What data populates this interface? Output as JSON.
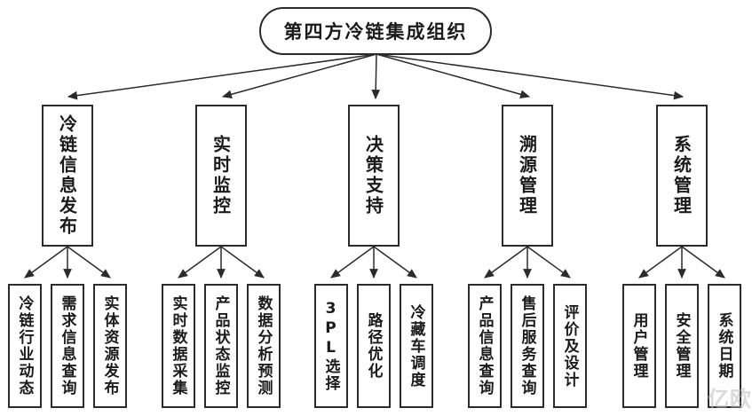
{
  "diagram": {
    "root": {
      "label": "第四方冷链集成组织"
    },
    "branches": [
      {
        "label": "冷链信息发布",
        "children": [
          "冷链行业动态",
          "需求信息查询",
          "实体资源发布"
        ]
      },
      {
        "label": "实时监控",
        "children": [
          "实时数据采集",
          "产品状态监控",
          "数据分析预测"
        ]
      },
      {
        "label": "决策支持",
        "children": [
          "3PL选择",
          "路径优化",
          "冷藏车调度"
        ]
      },
      {
        "label": "溯源管理",
        "children": [
          "产品信息查询",
          "售后服务查询",
          "评价及设计"
        ]
      },
      {
        "label": "系统管理",
        "children": [
          "用户管理",
          "安全管理",
          "系统日期"
        ]
      }
    ],
    "watermark": "亿欧",
    "colors": {
      "line": "#2b2b2b",
      "border": "#2b2b2b",
      "text": "#1b1b1b",
      "background": "#ffffff"
    }
  }
}
